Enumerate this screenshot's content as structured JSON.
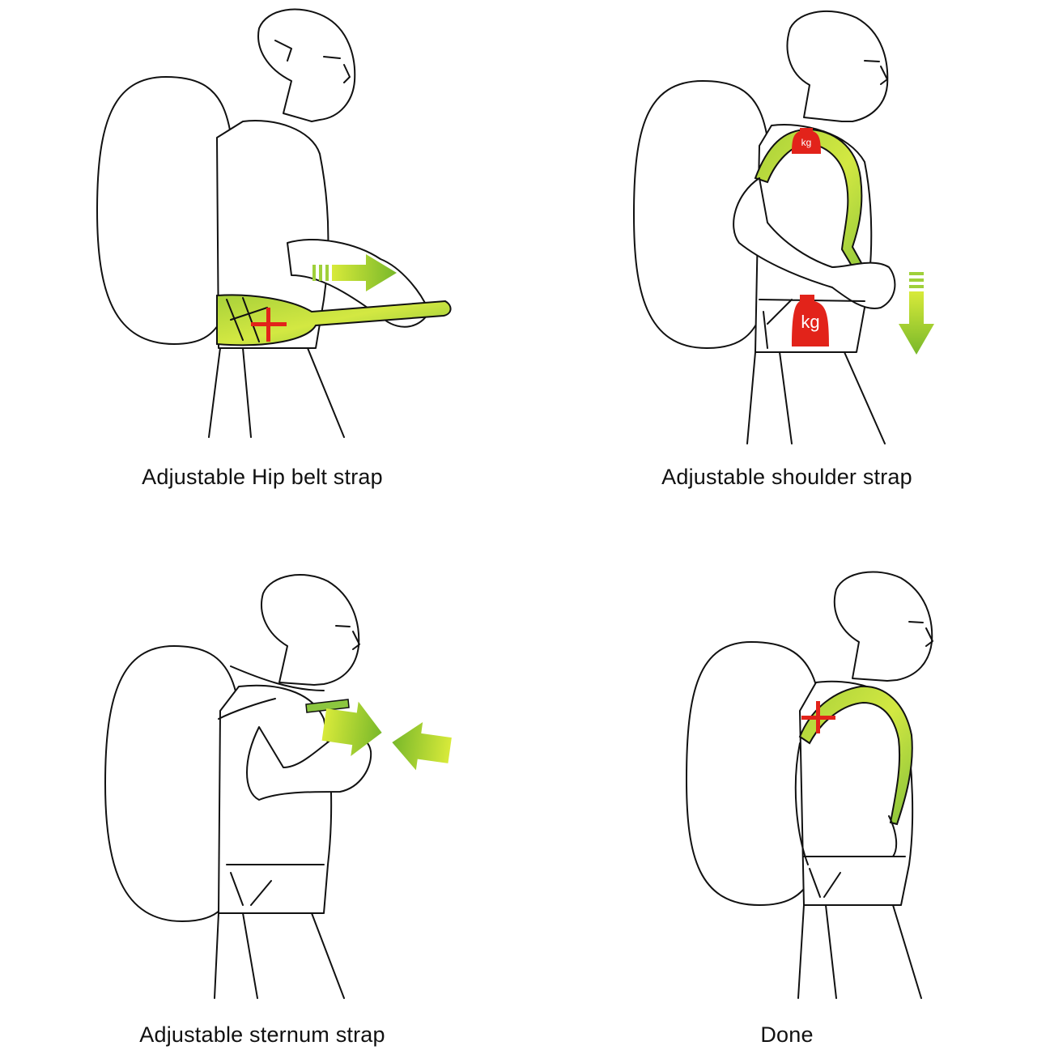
{
  "colors": {
    "strap_green": "#8cc63f",
    "strap_green_light": "#d8ea3a",
    "mark_red": "#e2231a",
    "outline": "#111111"
  },
  "panels": [
    {
      "caption": "Adjustable Hip belt strap"
    },
    {
      "caption": "Adjustable shoulder strap",
      "weight_label_small": "kg",
      "weight_label_large": "kg"
    },
    {
      "caption": "Adjustable sternum strap"
    },
    {
      "caption": "Done"
    }
  ],
  "icons": [
    "plus-mark-icon",
    "arrow-right-icon",
    "arrow-left-icon",
    "arrow-down-icon",
    "weight-icon"
  ]
}
